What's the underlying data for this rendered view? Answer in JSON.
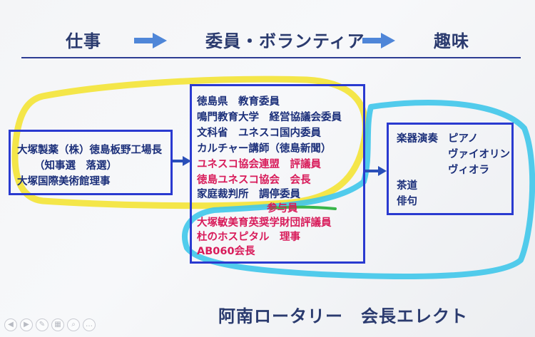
{
  "headings": {
    "work": "仕事",
    "committee": "委員・ボランティア",
    "hobby": "趣味"
  },
  "work_box": {
    "line1": "大塚製薬（株）徳島板野工場長",
    "line2": "（知事選　落選）",
    "line3": "大塚国際美術館理事"
  },
  "committee_box": {
    "line1": "徳島県　教育委員",
    "line2": "鳴門教育大学　経営協議会委員",
    "line3": "文科省　ユネスコ国内委員",
    "line4": "カルチャー講師（徳島新聞）",
    "line5": "ユネスコ協会連盟　評議員",
    "line6": "徳島ユネスコ協会　会長",
    "line7": "家庭裁判所　調停委員",
    "line8": "参与員",
    "line9": "大塚敏美育英奨学財団評議員",
    "line10": "杜のホスピタル　理事",
    "line11": "AB060会長"
  },
  "hobby_box": {
    "instrument_label": "楽器演奏",
    "piano": "ピアノ",
    "violin": "ヴァイオリン",
    "viola": "ヴィオラ",
    "tea": "茶道",
    "haiku": "俳句"
  },
  "footer": {
    "text": "阿南ロータリー　会長エレクト"
  },
  "colors": {
    "heading": "#2a3a6e",
    "arrow": "#4f86d8",
    "box_border": "#2a3ad0",
    "highlight_yellow": "#f3e43a",
    "highlight_cyan": "#3fc6ea",
    "red_text": "#d81b5a"
  },
  "controls": [
    "play-icon",
    "back-icon",
    "pen-icon",
    "grid-icon",
    "zoom-icon",
    "more-icon"
  ]
}
